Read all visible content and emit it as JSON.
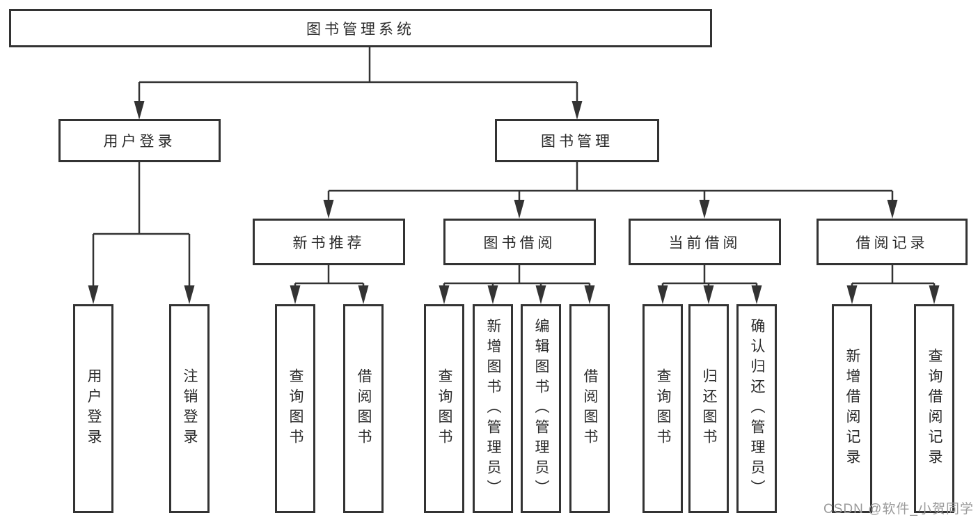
{
  "diagram": {
    "root": {
      "label": "图书管理系统",
      "children": [
        {
          "label": "用户登录",
          "children": [
            {
              "label": "用户登录"
            },
            {
              "label": "注销登录"
            }
          ]
        },
        {
          "label": "图书管理",
          "children": [
            {
              "label": "新书推荐",
              "children": [
                {
                  "label": "查询图书"
                },
                {
                  "label": "借阅图书"
                }
              ]
            },
            {
              "label": "图书借阅",
              "children": [
                {
                  "label": "查询图书"
                },
                {
                  "label": "新增图书（管理员）"
                },
                {
                  "label": "编辑图书（管理员）"
                },
                {
                  "label": "借阅图书"
                }
              ]
            },
            {
              "label": "当前借阅",
              "children": [
                {
                  "label": "查询图书"
                },
                {
                  "label": "归还图书"
                },
                {
                  "label": "确认归还（管理员）"
                }
              ]
            },
            {
              "label": "借阅记录",
              "children": [
                {
                  "label": "新增借阅记录"
                },
                {
                  "label": "查询借阅记录"
                }
              ]
            }
          ]
        }
      ]
    }
  },
  "watermark": {
    "text": "CSDN @软件_小贺同学"
  },
  "colors": {
    "line": "#333333",
    "text": "#2b2b2b",
    "background": "#ffffff",
    "watermark": "#9a9a9a"
  }
}
